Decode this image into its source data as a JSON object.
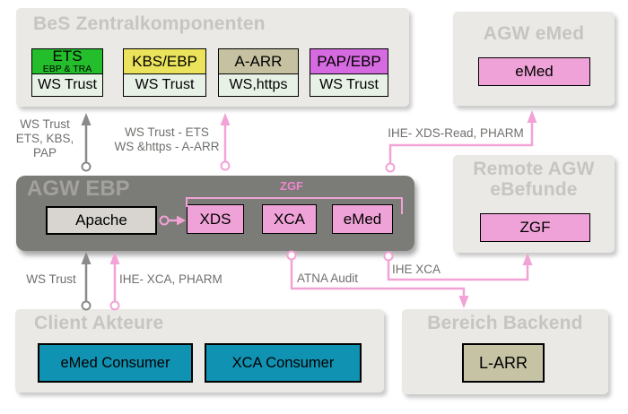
{
  "colors": {
    "panel_bg": "#eae9e5",
    "panel_title": "#c6c5c1",
    "agw_ebp_bg": "#7b7b78",
    "agw_ebp_title": "#a3a19d",
    "green": "#24bd2c",
    "yellow": "#ebe35c",
    "khaki": "#c5c1a1",
    "magenta": "#d66ae0",
    "pale_green": "#e7f1e5",
    "pink": "#efa2d7",
    "teal": "#1092b2",
    "larr_khaki": "#c6c3a4",
    "pink_line": "#f2a3d6",
    "gray_line": "#8a8a88",
    "label_text": "#6f6f6d"
  },
  "groups": {
    "bes": {
      "title": "BeS Zentralkomponenten",
      "components": [
        {
          "name": "ETS",
          "sub": "EBP & TRA",
          "protocol": "WS Trust"
        },
        {
          "name": "KBS/EBP",
          "protocol": "WS Trust"
        },
        {
          "name": "A-ARR",
          "protocol": "WS,https"
        },
        {
          "name": "PAP/EBP",
          "protocol": "WS Trust"
        }
      ]
    },
    "agw_emed": {
      "title": "AGW eMed",
      "component": "eMed"
    },
    "agw_ebp": {
      "title": "AGW EBP",
      "apache": "Apache",
      "zgf_label": "ZGF",
      "modules": [
        "XDS",
        "XCA",
        "eMed"
      ]
    },
    "remote_agw": {
      "title_line1": "Remote AGW",
      "title_line2": "eBefunde",
      "component": "ZGF"
    },
    "client": {
      "title": "Client Akteure",
      "components": [
        "eMed Consumer",
        "XCA Consumer"
      ]
    },
    "backend": {
      "title": "Bereich Backend",
      "component": "L-ARR"
    }
  },
  "connectors": {
    "ws_trust_bes": {
      "lines": [
        "WS Trust",
        "ETS, KBS,",
        "PAP"
      ]
    },
    "ws_trust_ets": {
      "lines": [
        "WS Trust - ETS",
        "WS &https - A-ARR"
      ]
    },
    "ihe_xds_read": {
      "label": "IHE- XDS-Read, PHARM"
    },
    "ws_trust_client": {
      "label": "WS Trust"
    },
    "ihe_xca_pharm": {
      "label": "IHE- XCA, PHARM"
    },
    "atna_audit": {
      "label": "ATNA Audit"
    },
    "ihe_xca": {
      "label": "IHE XCA"
    }
  }
}
